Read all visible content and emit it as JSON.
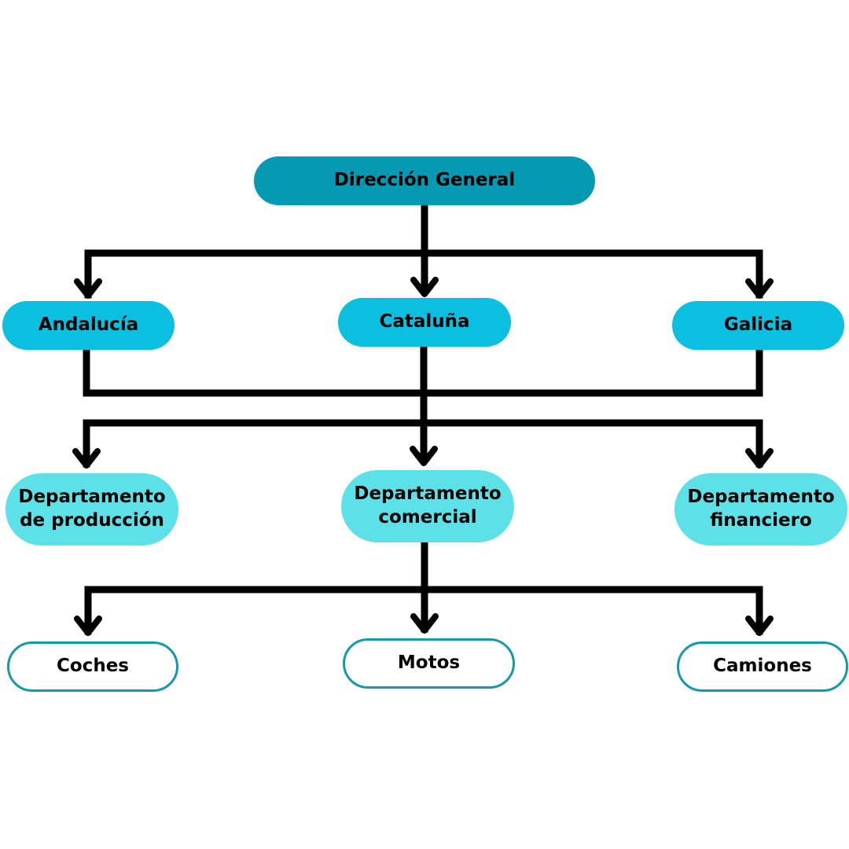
{
  "colors": {
    "root": "#0699b3",
    "region": "#0cbee0",
    "department": "#5ee0e8",
    "vehicle_border": "#1598ab",
    "connector": "#000000"
  },
  "root": {
    "label": "Dirección General"
  },
  "regions": [
    {
      "label": "Andalucía"
    },
    {
      "label": "Cataluña"
    },
    {
      "label": "Galicia"
    }
  ],
  "departments": [
    {
      "label": "Departamento de producción"
    },
    {
      "label": "Departamento comercial"
    },
    {
      "label": "Departamento financiero"
    }
  ],
  "vehicles": [
    {
      "label": "Coches"
    },
    {
      "label": "Motos"
    },
    {
      "label": "Camiones"
    }
  ]
}
